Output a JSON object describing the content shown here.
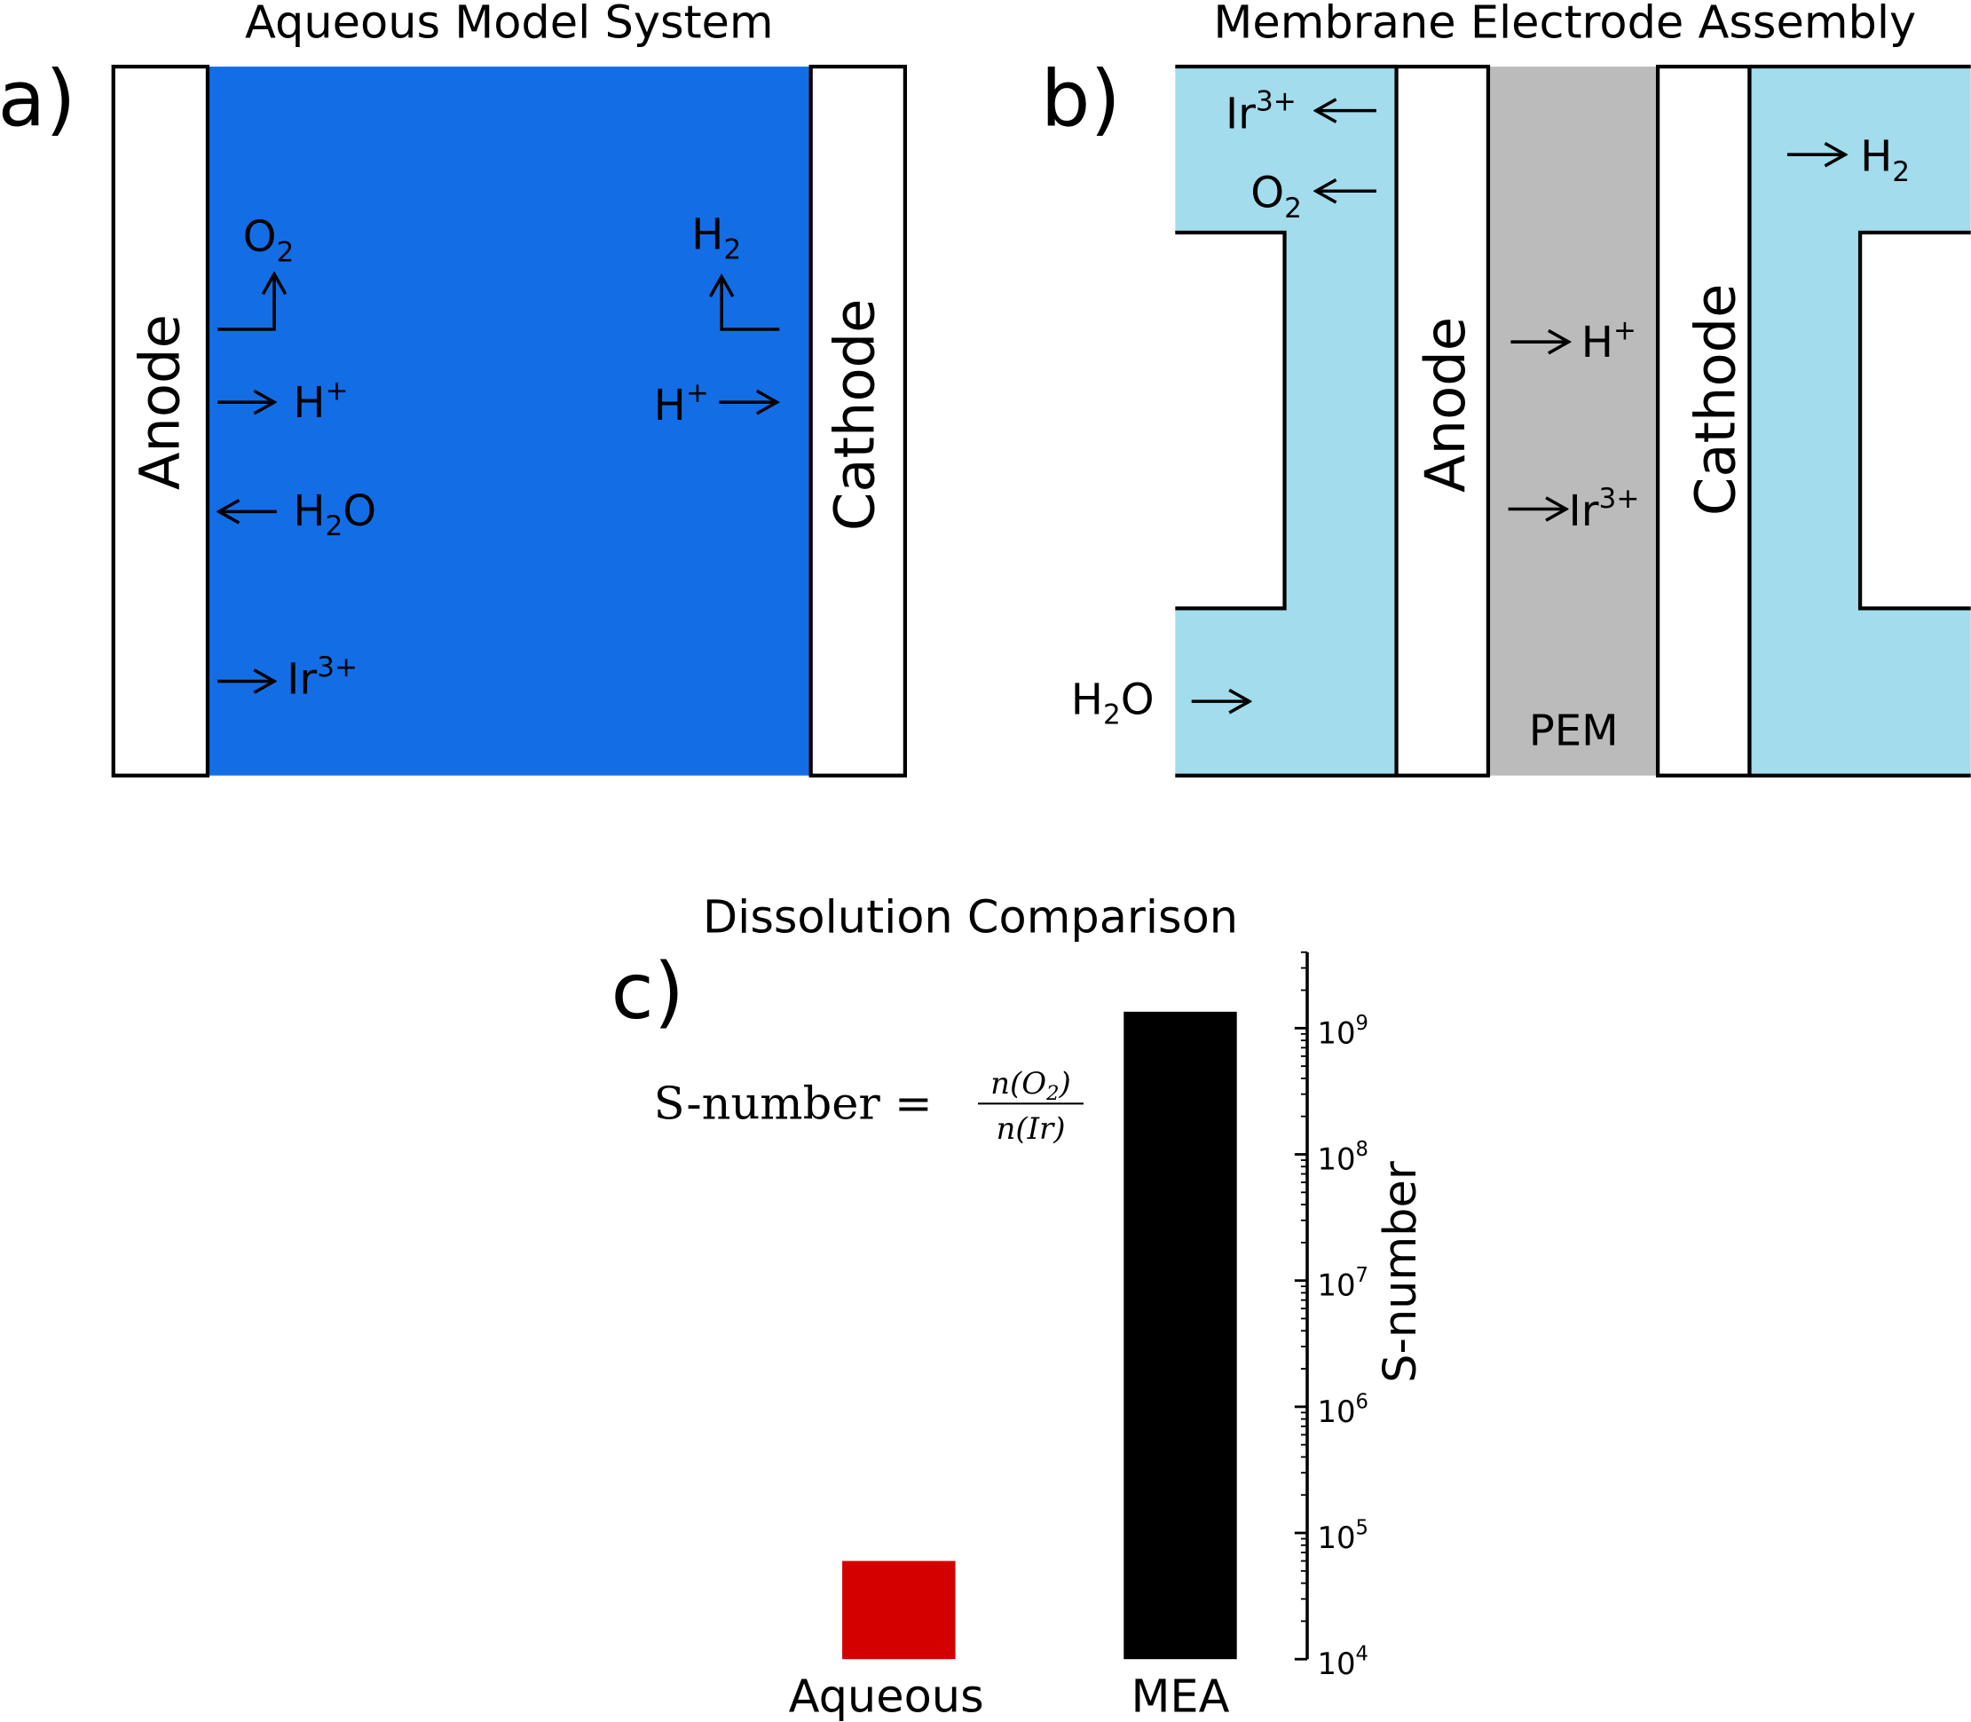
{
  "panel_a": {
    "letter": "a)",
    "title": "Aqueous Model System",
    "anode": "Anode",
    "cathode": "Cathode",
    "electrolyte_color": "#136EE6",
    "species": {
      "o2": "O",
      "o2_sub": "2",
      "h2": "H",
      "h2_sub": "2",
      "hplus_left": "H",
      "hplus_right": "H",
      "plus": "+",
      "h2o": "H",
      "h2o_sub": "2",
      "h2o_tail": "O",
      "ir": "Ir",
      "ir_sup": "3+"
    }
  },
  "panel_b": {
    "letter": "b)",
    "title": "Membrane Electrode Assembly",
    "anode": "Anode",
    "cathode": "Cathode",
    "pem": "PEM",
    "channel_color": "#A2DCED",
    "pem_color": "#BBBBBB",
    "species": {
      "ir": "Ir",
      "ir_sup": "3+",
      "o2": "O",
      "o2_sub": "2",
      "h2o": "H",
      "h2o_sub": "2",
      "h2o_tail": "O",
      "hplus": "H",
      "plus": "+",
      "h2": "H",
      "h2_sub": "2"
    }
  },
  "panel_c": {
    "letter": "c)",
    "formula": {
      "lhs": "S-number =",
      "num": "n(O",
      "num_sub": "2",
      "num_tail": ")",
      "den": "n(Ir)"
    }
  },
  "chart_data": {
    "type": "bar",
    "title": "Dissolution Comparison",
    "categories": [
      "Aqueous",
      "MEA"
    ],
    "values": [
      60000,
      1350000000
    ],
    "colors": [
      "#D40000",
      "#000000"
    ],
    "ylabel": "S-number",
    "xlabel": "",
    "yscale": "log",
    "ylim": [
      10000,
      4000000000
    ],
    "yticks": [
      {
        "exp": "4",
        "value": 10000
      },
      {
        "exp": "5",
        "value": 100000
      },
      {
        "exp": "6",
        "value": 1000000
      },
      {
        "exp": "7",
        "value": 10000000
      },
      {
        "exp": "8",
        "value": 100000000
      },
      {
        "exp": "9",
        "value": 1000000000
      }
    ],
    "ytick_base": "10",
    "grid": false,
    "axis_position": "right"
  }
}
